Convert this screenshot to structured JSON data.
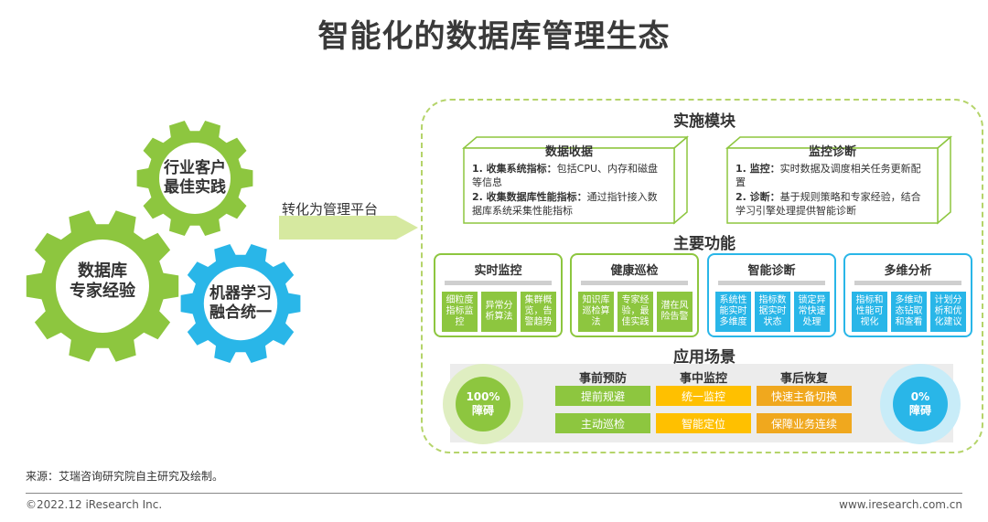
{
  "title": "智能化的数据库管理生态",
  "gears": [
    {
      "label": "行业客户\n最佳实践",
      "color": "#8dc63f"
    },
    {
      "label": "数据库\n专家经验",
      "color": "#8dc63f"
    },
    {
      "label": "机器学习\n融合统一",
      "color": "#29b6e8"
    }
  ],
  "arrow_label": "转化为管理平台",
  "implementation": {
    "title": "实施模块",
    "modules": [
      {
        "title": "数据收据",
        "items": [
          {
            "head": "1. 收集系统指标：",
            "text": "包括CPU、内存和磁盘等信息"
          },
          {
            "head": "2. 收集数据库性能指标：",
            "text": "通过指针接入数据库系统采集性能指标"
          }
        ]
      },
      {
        "title": "监控诊断",
        "items": [
          {
            "head": "1. 监控：",
            "text": "实时数据及调度相关任务更新配置"
          },
          {
            "head": "2. 诊断：",
            "text": "基于规则策略和专家经验，结合学习引擎处理提供智能诊断"
          }
        ]
      }
    ]
  },
  "functions": {
    "title": "主要功能",
    "cards": [
      {
        "title": "实时监控",
        "tiles": [
          "细粒度指标监控",
          "异常分析算法",
          "集群概览，告警趋势"
        ]
      },
      {
        "title": "健康巡检",
        "tiles": [
          "知识库巡检算法",
          "专家经验，最佳实践",
          "潜在风险告警"
        ]
      },
      {
        "title": "智能诊断",
        "tiles": [
          "系统性能实时多维度",
          "指标数据实时状态",
          "锁定异常快速处理"
        ]
      },
      {
        "title": "多维分析",
        "tiles": [
          "指标和性能可视化",
          "多维动态钻取和查看",
          "计划分析和优化建议"
        ]
      }
    ]
  },
  "scenarios": {
    "title": "应用场景",
    "left_circle": "100%\n障碍",
    "right_circle": "0%\n障碍",
    "columns": [
      {
        "head": "事前预防",
        "items": [
          "提前规避",
          "主动巡检"
        ]
      },
      {
        "head": "事中监控",
        "items": [
          "统一监控",
          "智能定位"
        ]
      },
      {
        "head": "事后恢复",
        "items": [
          "快速主备切换",
          "保障业务连续"
        ]
      }
    ]
  },
  "colors": {
    "green": "#8dc63f",
    "lime": "#b5d46a",
    "blue": "#29b6e8",
    "yellow": "#ffc000",
    "orange": "#f0a81e"
  },
  "source": "来源：艾瑞咨询研究院自主研究及绘制。",
  "copyright": "©2022.12 iResearch Inc.",
  "website": "www.iresearch.com.cn"
}
